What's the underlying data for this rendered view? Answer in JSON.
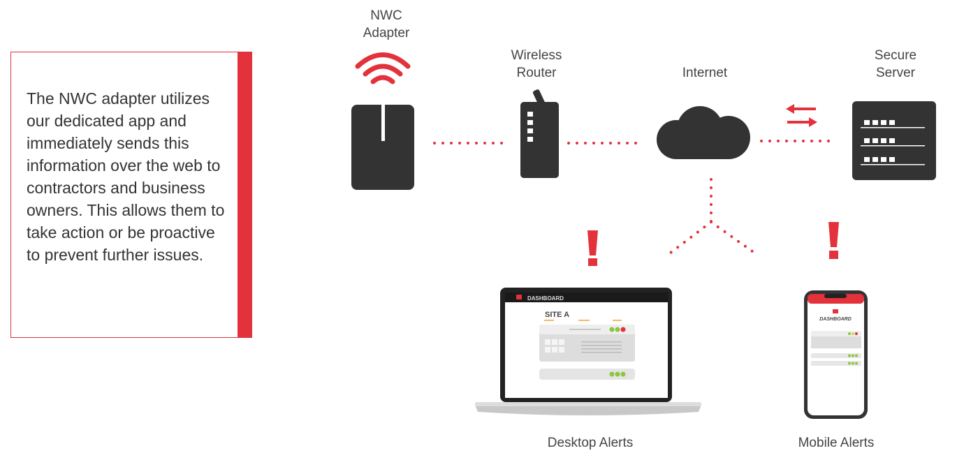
{
  "description": "The NWC adapter utilizes our dedicated app and immediately sends this information over the web to contractors and business owners. This allows them to take action or be proactive to prevent further issues.",
  "labels": {
    "adapter_line1": "NWC",
    "adapter_line2": "Adapter",
    "router_line1": "Wireless",
    "router_line2": "Router",
    "internet": "Internet",
    "server_line1": "Secure",
    "server_line2": "Server",
    "desktop": "Desktop Alerts",
    "mobile": "Mobile Alerts"
  },
  "screens": {
    "dashboard": "DASHBOARD",
    "site": "SITE A"
  },
  "colors": {
    "accent": "#e3323c",
    "dark": "#333333",
    "green": "#8cc63f"
  }
}
